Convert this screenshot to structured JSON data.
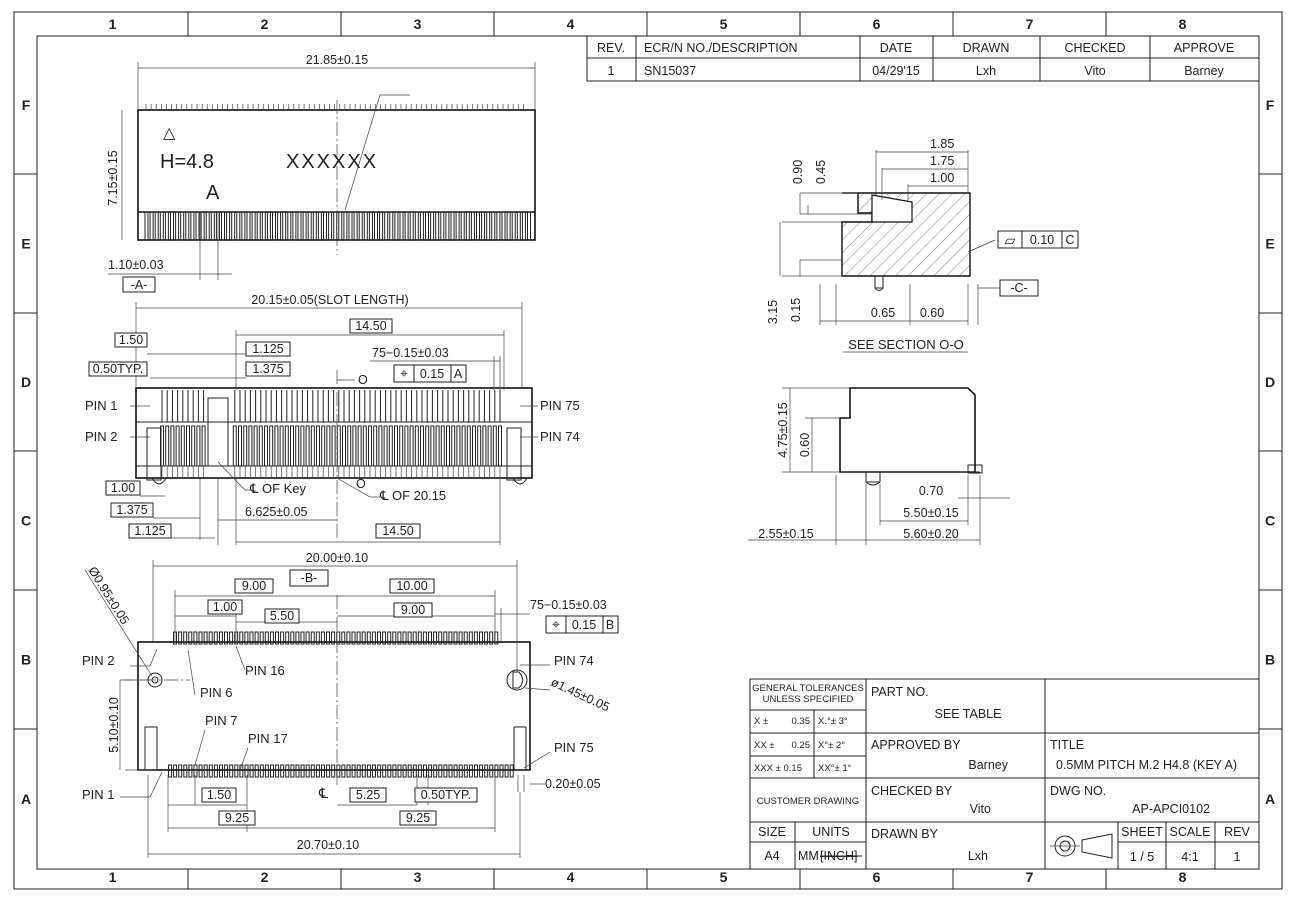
{
  "zones": {
    "columns": [
      "1",
      "2",
      "3",
      "4",
      "5",
      "6",
      "7",
      "8"
    ],
    "rows": [
      "F",
      "E",
      "D",
      "C",
      "B",
      "A"
    ]
  },
  "revision_table": {
    "headers": [
      "REV.",
      "ECR/N NO./DESCRIPTION",
      "DATE",
      "DRAWN",
      "CHECKED",
      "APPROVE"
    ],
    "rows": [
      [
        "1",
        "SN15037",
        "04/29'15",
        "Lxh",
        "Vito",
        "Barney"
      ]
    ]
  },
  "top_view": {
    "width_dim": "21.85±0.15",
    "height_dim": "7.15±0.15",
    "offset_dim": "1.10±0.03",
    "datum": "-A-",
    "marking_height": "H=4.8",
    "marking_text": "XXXXXX",
    "key_letter": "A",
    "triangle": "△"
  },
  "front_view": {
    "slot_length": "20.15±0.05(SLOT LENGTH)",
    "d_14_50_top": "14.50",
    "d_1_50": "1.50",
    "d_1_125_top": "1.125",
    "d_1_375_top": "1.375",
    "d_pitch": "0.50TYP.",
    "d_75": "75−0.15±0.03",
    "o_label": "O",
    "tol_sym": "⌖",
    "tol_val": "0.15",
    "tol_ref": "A",
    "pin1": "PIN  1",
    "pin2": "PIN  2",
    "pin75": "PIN  75",
    "pin74": "PIN  74",
    "cl_key": "℄  OF  Key",
    "cl_2015": "℄  OF  20.15",
    "d_1_00": "1.00",
    "d_1_375_bot": "1.375",
    "d_1_125_bot": "1.125",
    "d_6_625": "6.625±0.05",
    "d_14_50_bot": "14.50"
  },
  "section_view": {
    "d_1_85": "1.85",
    "d_1_75": "1.75",
    "d_1_00": "1.00",
    "d_0_90": "0.90",
    "d_0_45": "0.45",
    "d_3_15": "3.15",
    "d_0_15": "0.15",
    "d_0_65": "0.65",
    "d_0_60": "0.60",
    "flat_sym": "▱",
    "flat_val": "0.10",
    "flat_ref": "C",
    "datum": "-C-",
    "caption": "SEE  SECTION  O-O"
  },
  "side_view": {
    "d_4_75": "4.75±0.15",
    "d_0_60": "0.60",
    "d_0_70": "0.70",
    "d_5_50": "5.50±0.15",
    "d_5_60": "5.60±0.20",
    "d_2_55": "2.55±0.15"
  },
  "footprint": {
    "d_20_00": "20.00±0.10",
    "datum": "-B-",
    "hole_dia": "Ø0.95±0.05",
    "d_9_00_l": "9.00",
    "d_10_00": "10.00",
    "d_1_00": "1.00",
    "d_9_00_r": "9.00",
    "d_5_50": "5.50",
    "d_75": "75−0.15±0.03",
    "tol_sym": "⌖",
    "tol_val": "0.15",
    "tol_ref": "B",
    "pin2": "PIN  2",
    "pin16": "PIN  16",
    "pin6": "PIN  6",
    "pin74": "PIN  74",
    "hole2": "ø1.45±0.05",
    "d_5_10": "5.10±0.10",
    "pin7": "PIN  7",
    "pin17": "PIN  17",
    "pin75": "PIN  75",
    "pin1": "PIN  1",
    "d_0_20": "0.20±0.05",
    "d_1_50": "1.50",
    "cl": "℄",
    "d_5_25": "5.25",
    "d_0_50": "0.50TYP.",
    "d_9_25_l": "9.25",
    "d_9_25_r": "9.25",
    "d_20_70": "20.70±0.10"
  },
  "title_block": {
    "tol_head": "GENERAL TOLERANCES UNLESS SPECIFIED",
    "tol_x": "X ±",
    "tol_x_val": "0.35",
    "tol_x_ang": "X.°±   3°",
    "tol_xx": "XX ±",
    "tol_xx_val": "0.25",
    "tol_xx_ang": "X°±   2°",
    "tol_xxx": "XXX ± 0.15",
    "tol_xxx_ang": "XX°± 1°",
    "customer": "CUSTOMER DRAWING",
    "size_label": "SIZE",
    "size": "A4",
    "units_label": "UNITS",
    "units_mm": "MM",
    "units_inch": "[INCH]",
    "part_no_label": "PART NO.",
    "part_no": "SEE TABLE",
    "approved_label": "APPROVED BY",
    "approved": "Barney",
    "checked_label": "CHECKED BY",
    "checked": "Vito",
    "drawn_label": "DRAWN BY",
    "drawn": "Lxh",
    "title_label": "TITLE",
    "title": "0.5MM PITCH M.2 H4.8 (KEY A)",
    "dwg_label": "DWG NO.",
    "dwg_no": "AP-APCI0102",
    "sheet_label": "SHEET",
    "sheet": "1 / 5",
    "scale_label": "SCALE",
    "scale": "4:1",
    "rev_label": "REV",
    "rev": "1"
  }
}
